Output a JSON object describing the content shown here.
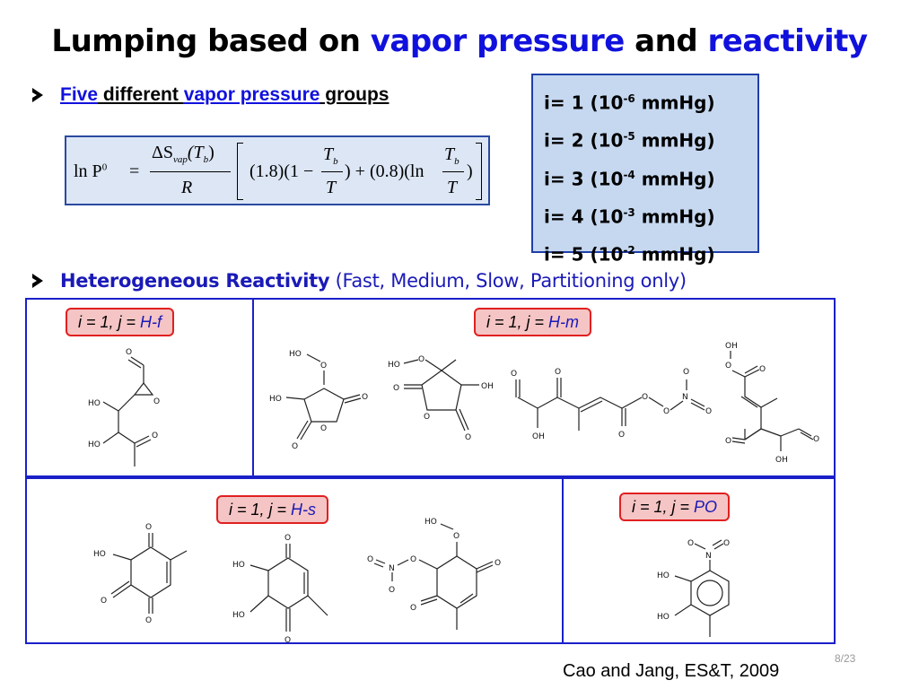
{
  "title": {
    "part1": "Lumping based on ",
    "hl1": "vapor pressure",
    "part2": " and ",
    "hl2": "reactivity"
  },
  "bullet1": {
    "w1": "Five",
    "w2": " different ",
    "w3": "vapor pressure",
    "w4": " groups"
  },
  "equation": {
    "lhs": "ln P",
    "lhs_sup": "0",
    "eq": "=",
    "num": "ΔS",
    "num_sub": "vap",
    "num_arg": "(T",
    "num_arg_sub": "b",
    "num_close": ")",
    "den": "R",
    "t1": "(1.8)(1 −",
    "frac_num": "T",
    "frac_num_sub": "b",
    "frac_den": "T",
    "t2": ") + (0.8)(ln",
    "t3": ")"
  },
  "groups": [
    {
      "pre": "i= 1 (10",
      "exp": "-6",
      "post": " mmHg)"
    },
    {
      "pre": "i= 2 (10",
      "exp": "-5",
      "post": " mmHg)"
    },
    {
      "pre": "i= 3 (10",
      "exp": "-4",
      "post": " mmHg)"
    },
    {
      "pre": "i= 4 (10",
      "exp": "-3",
      "post": " mmHg)"
    },
    {
      "pre": "i= 5 (10",
      "exp": "-2",
      "post": " mmHg)"
    }
  ],
  "bullet2": {
    "bold": "Heterogeneous Reactivity",
    "rest": " (Fast, Medium, Slow, Partitioning only)"
  },
  "labels": {
    "hf": {
      "i": "i = 1,   j = ",
      "j": "H-f"
    },
    "hm": {
      "i": "i = 1,   j = ",
      "j": "H-m"
    },
    "hs": {
      "i": "i = 1,   j = ",
      "j": "H-s"
    },
    "po": {
      "i": "i = 1,   j = ",
      "j": "PO"
    }
  },
  "atoms": {
    "ho": "HO",
    "oh": "OH",
    "o": "O",
    "n": "N"
  },
  "page_number": "8/23",
  "citation": "Cao and Jang, ES&T, 2009",
  "colors": {
    "accent": "#1111dd",
    "panel_border": "#1a20c8",
    "label_bg": "#f5c4c4",
    "label_border": "#e02020",
    "box_bg": "#c6d8f0"
  }
}
